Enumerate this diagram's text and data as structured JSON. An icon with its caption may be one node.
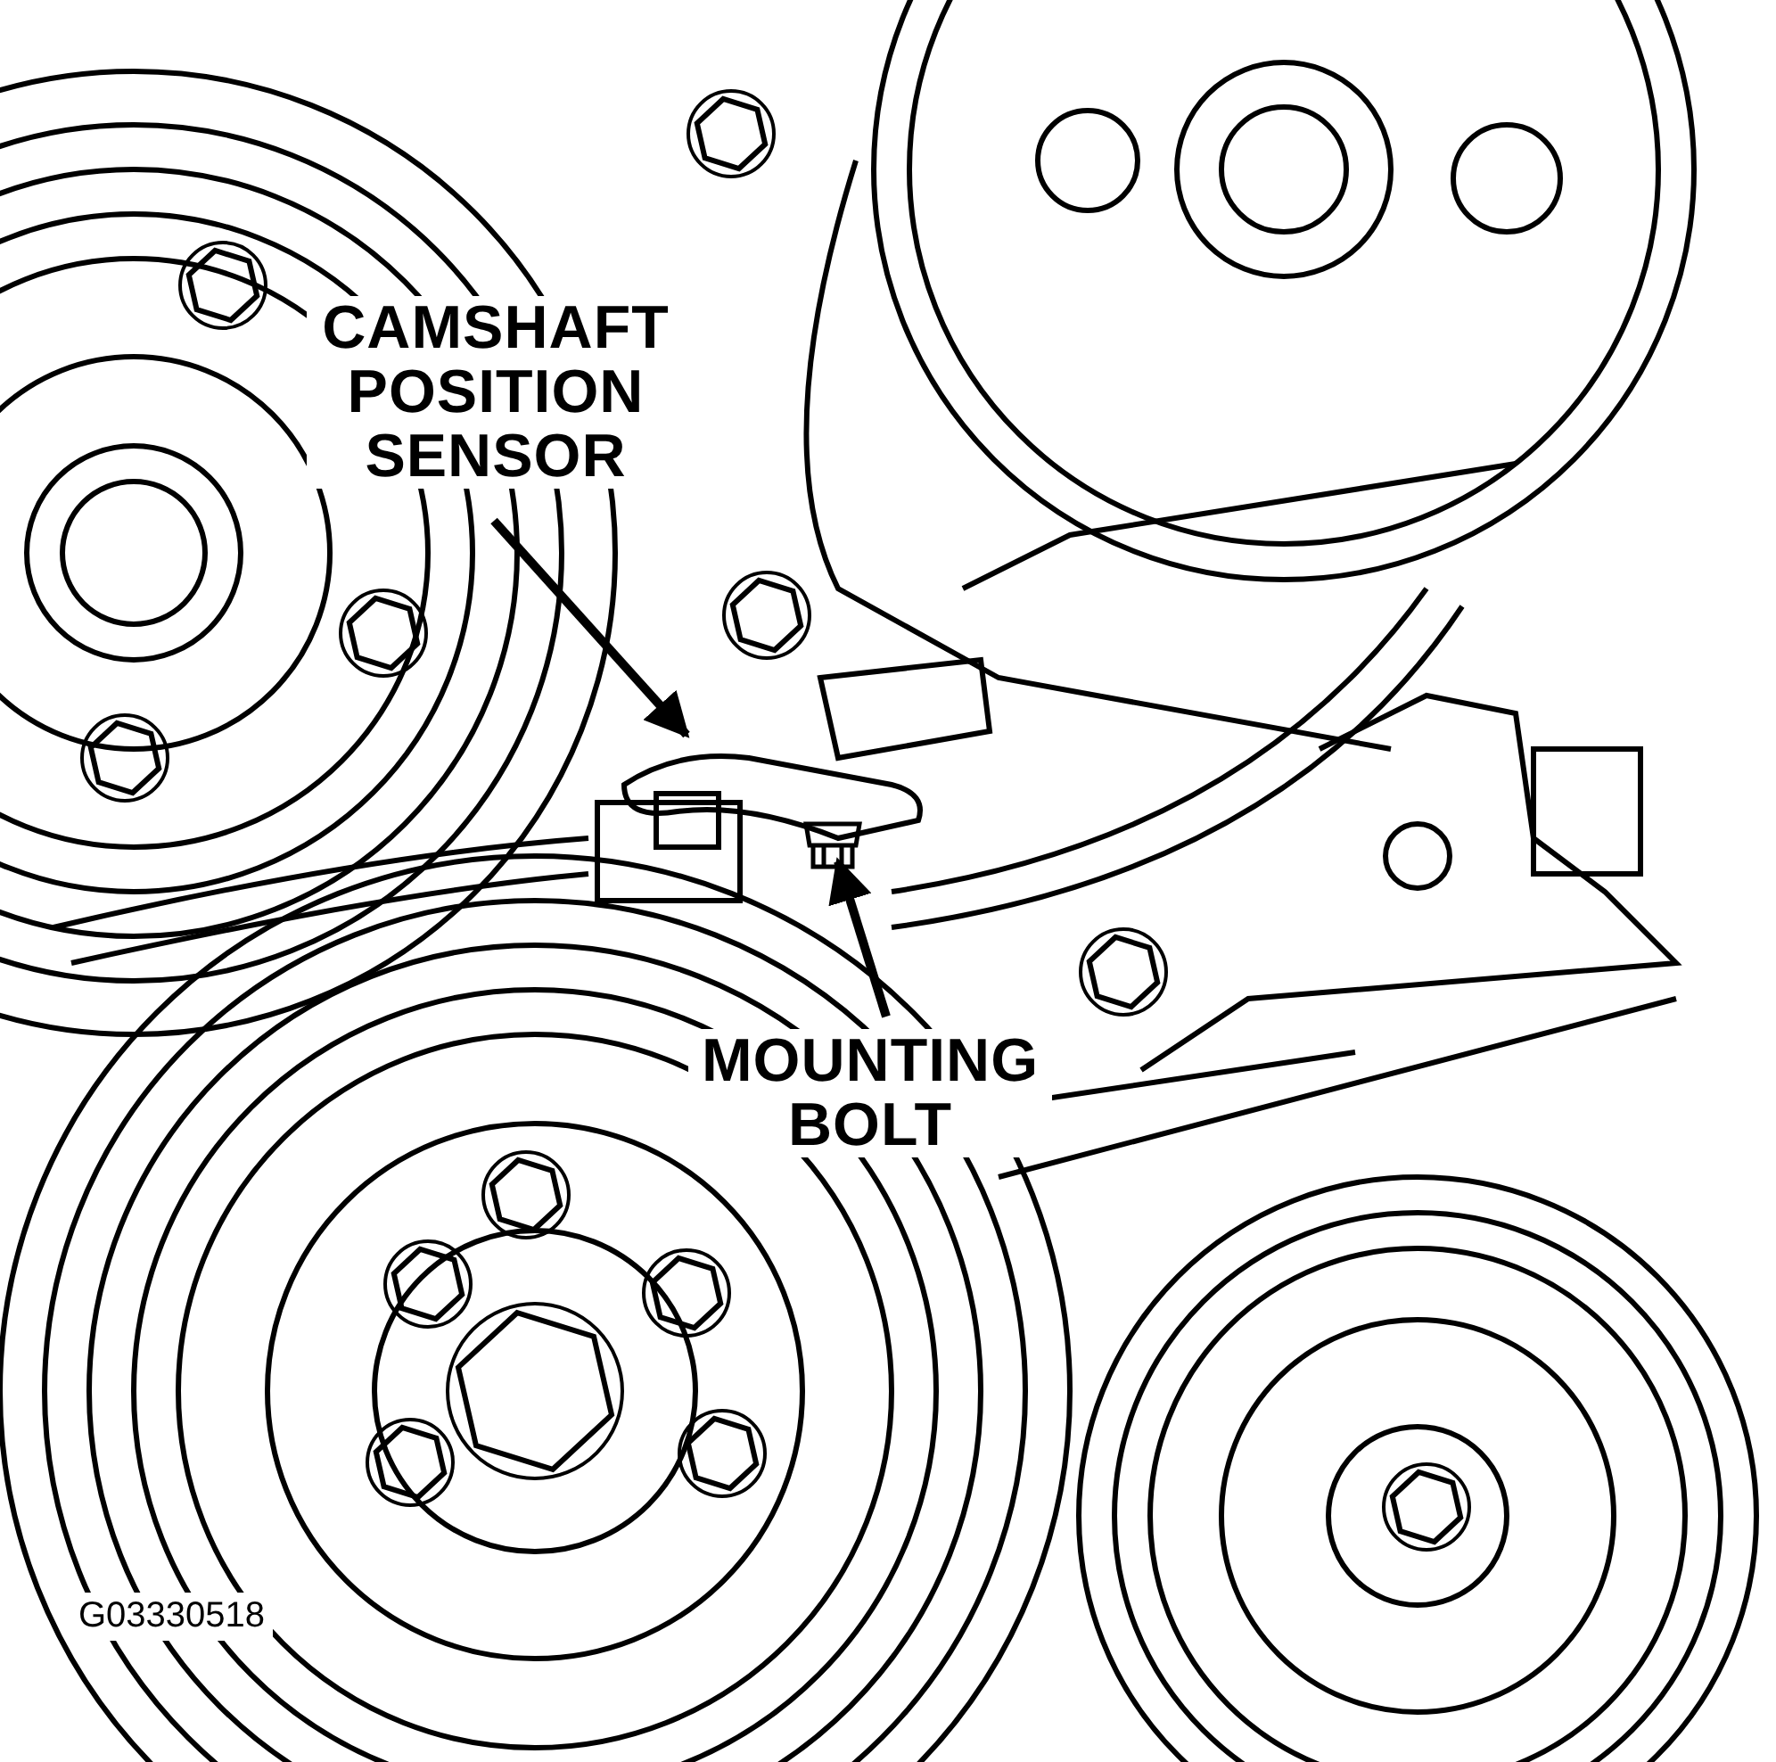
{
  "diagram": {
    "nodes": [
      {
        "text": [
          "CAMSHAFT POSITION SENSOR"
        ]
      },
      {
        "text": [],
        "shape": "picture"
      },
      {
        "text": [
          "MOUNTING BOLT"
        ]
      },
      {
        "text": [],
        "shape": "picture",
        "in": 1
      }
    ],
    "edges": [
      {
        "from": 0,
        "to": 1,
        "arrow": "to"
      },
      {
        "from": 2,
        "to": 3,
        "arrow": "to"
      }
    ],
    "labels": [
      "G03330518"
    ]
  }
}
